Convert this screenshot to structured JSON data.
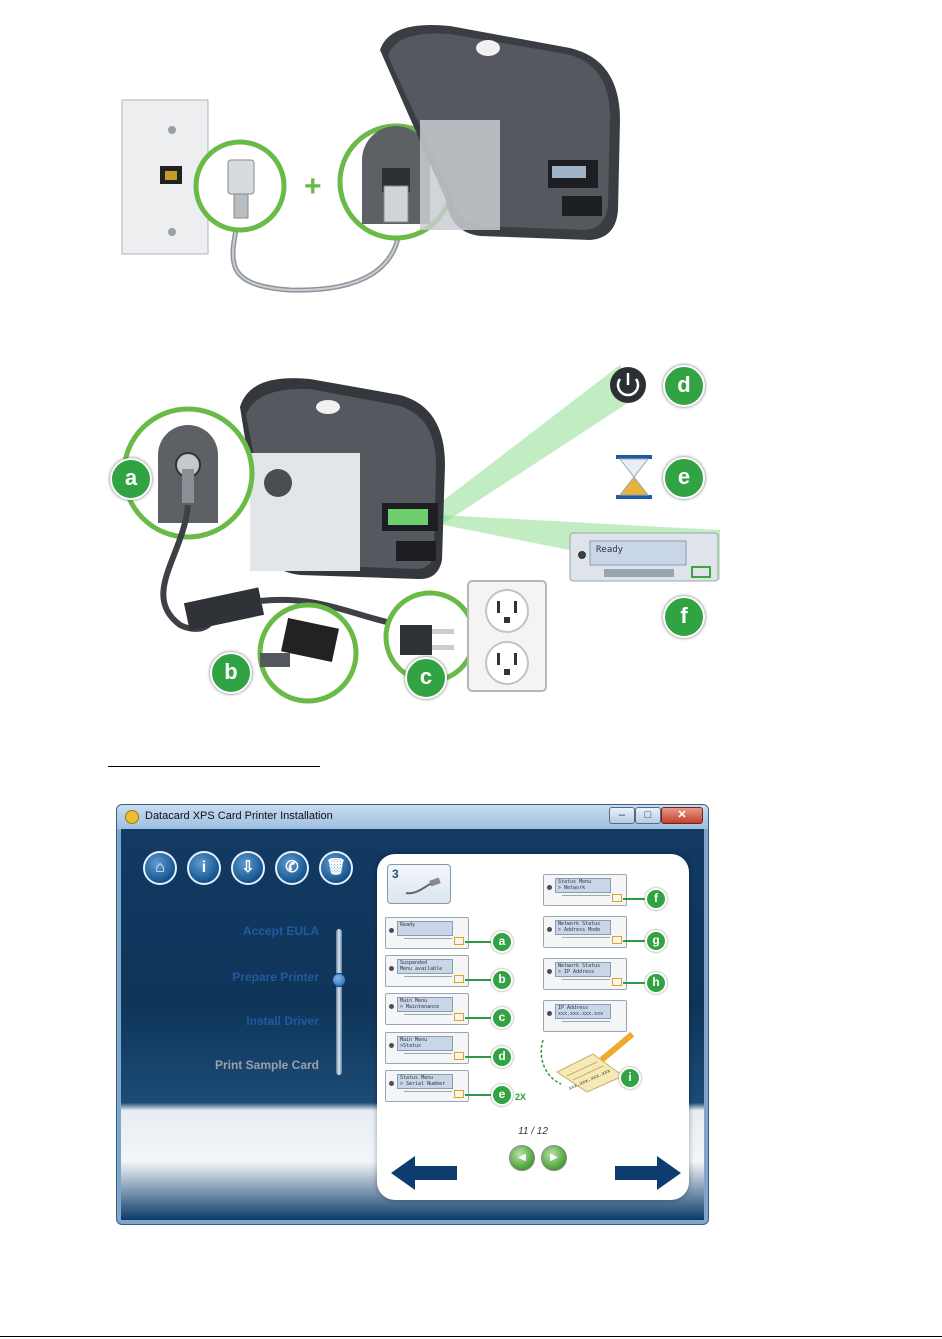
{
  "figure2": {
    "labels": [
      "a",
      "b",
      "c",
      "d",
      "e",
      "f"
    ],
    "lcd_text": "Ready"
  },
  "window": {
    "title": "Datacard XPS Card Printer Installation",
    "controls": {
      "minimize": "–",
      "maximize": "□",
      "close": "✕"
    },
    "toolbar": [
      "home-icon",
      "info-icon",
      "install-icon",
      "phone-icon",
      "trash-icon"
    ],
    "toolbar_glyphs": [
      "⌂",
      "i",
      "⇩",
      "✆",
      "🗑"
    ],
    "steps": [
      {
        "label": "Accept EULA",
        "color": "#1f5aa0"
      },
      {
        "label": "Prepare Printer",
        "color": "#1f5aa0"
      },
      {
        "label": "Install Driver",
        "color": "#1f5aa0"
      },
      {
        "label": "Print Sample Card",
        "color": "#9aa1a8"
      }
    ],
    "step_card_number": "3",
    "panels_left": [
      {
        "lcd": "Ready",
        "badge": "a"
      },
      {
        "lcd": "Suspended\nMenu available",
        "badge": "b"
      },
      {
        "lcd": "Main Menu\n> Maintenance",
        "badge": "c"
      },
      {
        "lcd": "Main Menu\n>Status",
        "badge": "d"
      },
      {
        "lcd": "Status Menu\n> Serial Number",
        "badge": "e"
      }
    ],
    "repeat_label": "2X",
    "panels_right": [
      {
        "lcd": "Status Menu\n> Network",
        "badge": "f"
      },
      {
        "lcd": "Network Status\n> Address Mode",
        "badge": "g"
      },
      {
        "lcd": "Network Status\n> IP Address",
        "badge": "h"
      },
      {
        "lcd": "IP Address\nxxx.xxx.xxx.xxx",
        "badge": "i"
      }
    ],
    "note_text": "xxx.xxx.xxx.xxx",
    "page": "11 / 12",
    "colors": {
      "accent_green": "#32a342",
      "nav_blue": "#0f3c6e",
      "step_blue": "#1f5aa0"
    }
  }
}
